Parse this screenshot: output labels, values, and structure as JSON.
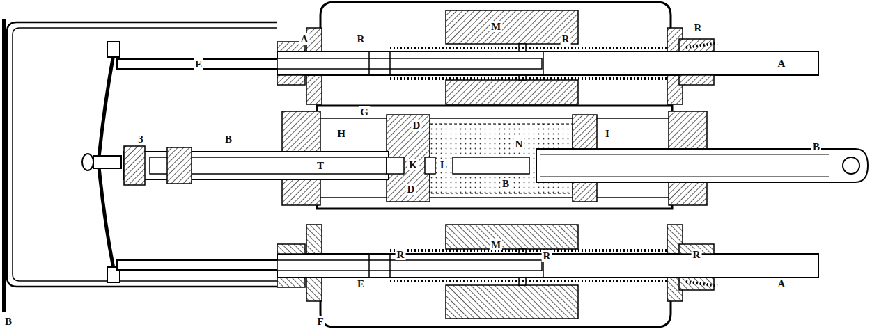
{
  "diagram": {
    "labels": [
      "A",
      "R",
      "M",
      "R",
      "R",
      "E",
      "A",
      "G",
      "H",
      "D",
      "N",
      "I",
      "3",
      "B",
      "B",
      "T",
      "K",
      "L",
      "B",
      "D",
      "M",
      "R",
      "R",
      "R",
      "E",
      "A",
      "B",
      "F"
    ]
  }
}
